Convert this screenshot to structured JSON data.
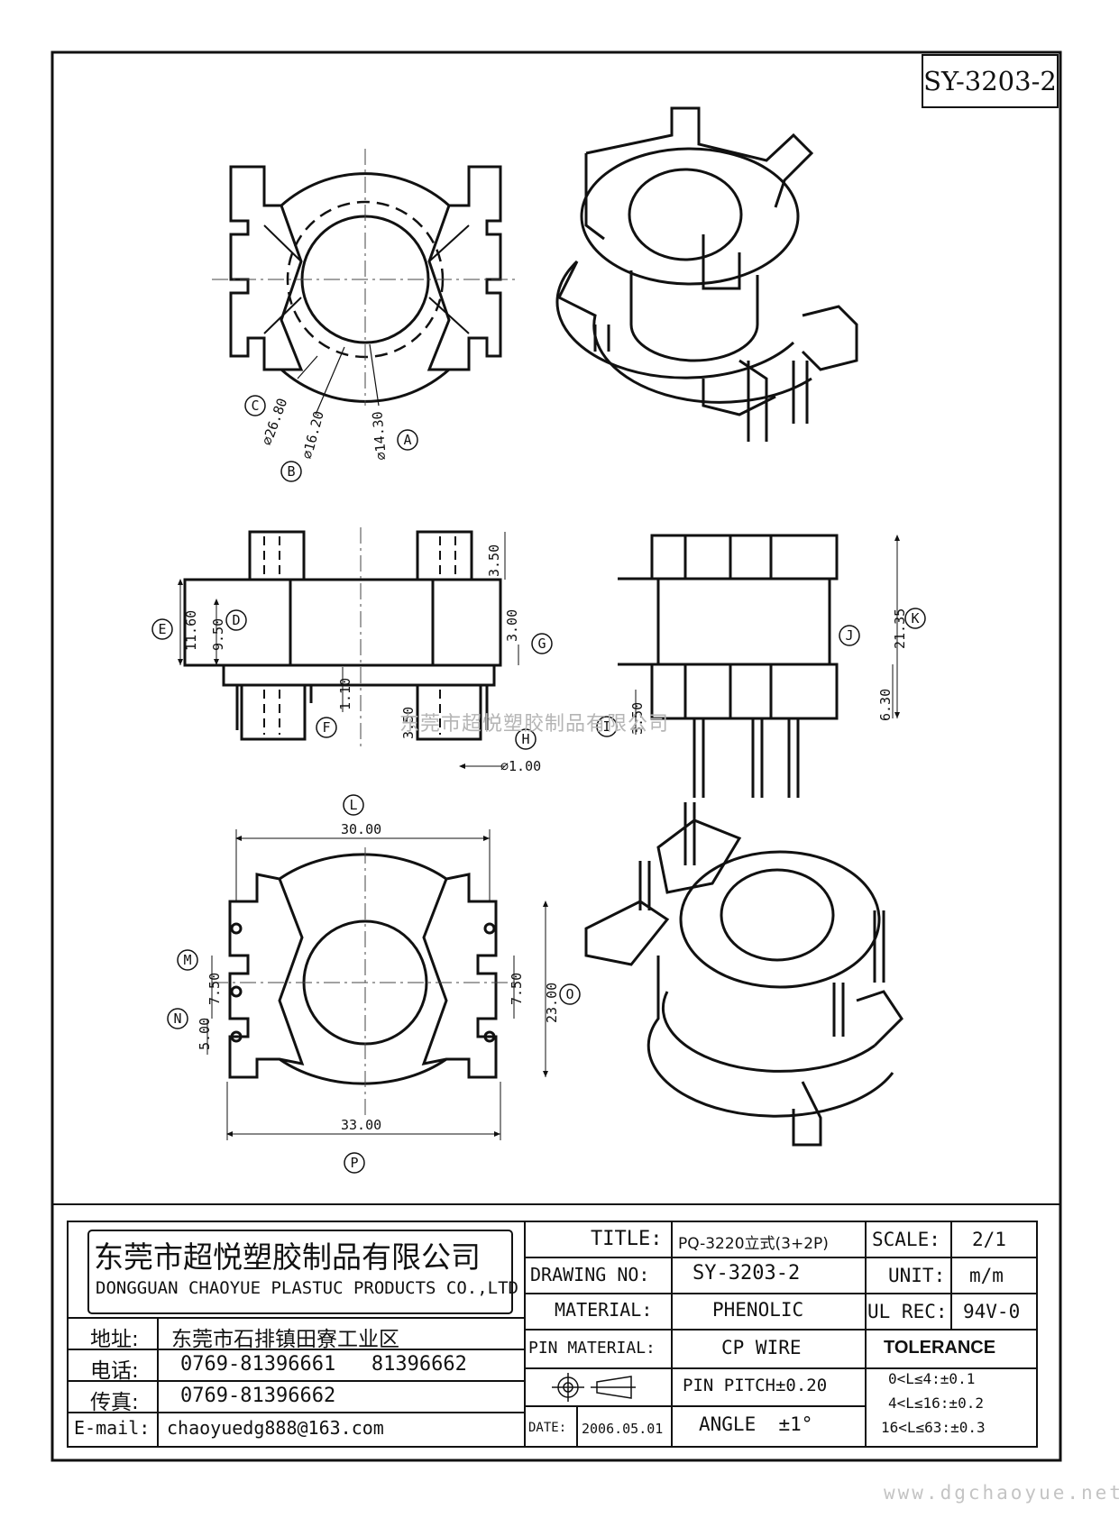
{
  "drawing_tag": "SY-3203-2",
  "watermark": "东莞市超悦塑胶制品有限公司",
  "website": "www.dgchaoyue.net",
  "dimensions": {
    "top_view": {
      "d1": "⌀26.80",
      "d2": "⌀16.20",
      "d3": "⌀14.30"
    },
    "side_view": {
      "d_350a": "3.50",
      "d_1160": "11.60",
      "d_950": "9.50",
      "d_300": "3.00",
      "d_110": "1.10",
      "d_350b": "3.50",
      "d_100": "⌀1.00"
    },
    "front_view": {
      "d_2135": "21.35",
      "d_630": "6.30",
      "d_350": "3.50"
    },
    "bottom_view": {
      "d_3000": "30.00",
      "d_3300": "33.00",
      "d_750a": "7.50",
      "d_500": "5.00",
      "d_750b": "7.50",
      "d_2300": "23.00"
    }
  },
  "callouts": [
    "A",
    "B",
    "C",
    "D",
    "E",
    "F",
    "G",
    "H",
    "I",
    "J",
    "K",
    "L",
    "M",
    "N",
    "O",
    "P"
  ],
  "title_block": {
    "company_cn": "东莞市超悦塑胶制品有限公司",
    "company_en": "DONGGUAN CHAOYUE PLASTUC PRODUCTS CO.,LTD",
    "address_label": "地址:",
    "address_value": "东莞市石排镇田寮工业区",
    "phone_label": "电话:",
    "phone_value": "0769-81396661   81396662",
    "fax_label": "传真:",
    "fax_value": "0769-81396662",
    "email_label": "E-mail:",
    "email_value": "chaoyuedg888@163.com",
    "title_label": "TITLE:",
    "title_value": "PQ-3220立式(3+2P)",
    "drawing_no_label": "DRAWING NO:",
    "drawing_no_value": "SY-3203-2",
    "material_label": "MATERIAL:",
    "material_value": "PHENOLIC",
    "pin_material_label": "PIN MATERIAL:",
    "pin_material_value": "CP WIRE",
    "pin_pitch": "PIN PITCH±0.20",
    "angle": "ANGLE  ±1°",
    "date_label": "DATE:",
    "date_value": "2006.05.01",
    "scale_label": "SCALE:",
    "scale_value": "2/1",
    "unit_label": "UNIT:",
    "unit_value": "m/m",
    "ul_label": "UL REC:",
    "ul_value": "94V-0",
    "tolerance_label": "TOLERANCE",
    "tolerance_lines": [
      "0<L≤4:±0.1",
      "4<L≤16:±0.2",
      "16<L≤63:±0.3"
    ]
  }
}
